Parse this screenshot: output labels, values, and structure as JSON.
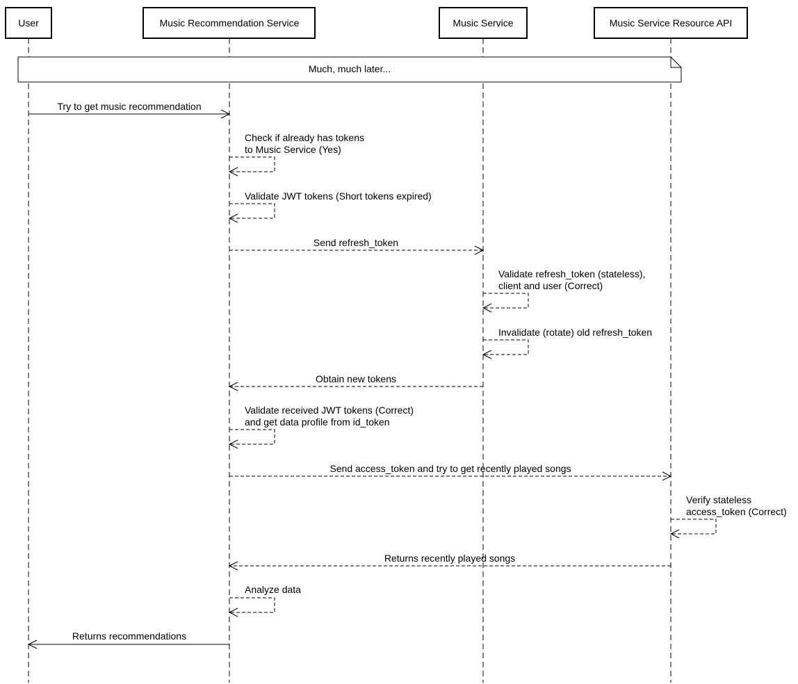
{
  "participants": [
    {
      "id": "user",
      "label": "User"
    },
    {
      "id": "mrs",
      "label": "Music Recommendation Service"
    },
    {
      "id": "ms",
      "label": "Music Service"
    },
    {
      "id": "msapi",
      "label": "Music Service Resource API"
    }
  ],
  "note": {
    "text": "Much, much later..."
  },
  "messages": [
    {
      "from": "user",
      "to": "mrs",
      "style": "solid",
      "lines": [
        "Try to get music recommendation"
      ]
    },
    {
      "from": "mrs",
      "to": "mrs",
      "style": "dashed",
      "lines": [
        "Check if already has tokens",
        "to Music Service (Yes)"
      ]
    },
    {
      "from": "mrs",
      "to": "mrs",
      "style": "dashed",
      "lines": [
        "Validate JWT tokens (Short tokens expired)"
      ]
    },
    {
      "from": "mrs",
      "to": "ms",
      "style": "dashed",
      "lines": [
        "Send refresh_token"
      ]
    },
    {
      "from": "ms",
      "to": "ms",
      "style": "dashed",
      "lines": [
        "Validate refresh_token (stateless),",
        "client and user (Correct)"
      ]
    },
    {
      "from": "ms",
      "to": "ms",
      "style": "dashed",
      "lines": [
        "Invalidate (rotate) old refresh_token"
      ]
    },
    {
      "from": "ms",
      "to": "mrs",
      "style": "dashed",
      "lines": [
        "Obtain new tokens"
      ]
    },
    {
      "from": "mrs",
      "to": "mrs",
      "style": "dashed",
      "lines": [
        "Validate received JWT tokens (Correct)",
        "and get data profile from id_token"
      ]
    },
    {
      "from": "mrs",
      "to": "msapi",
      "style": "dashed",
      "lines": [
        "Send access_token and try to get recently played songs"
      ]
    },
    {
      "from": "msapi",
      "to": "msapi",
      "style": "dashed",
      "lines": [
        "Verify stateless",
        "access_token (Correct)"
      ]
    },
    {
      "from": "msapi",
      "to": "mrs",
      "style": "dashed",
      "lines": [
        "Returns recently played songs"
      ]
    },
    {
      "from": "mrs",
      "to": "mrs",
      "style": "dashed",
      "lines": [
        "Analyze data"
      ]
    },
    {
      "from": "mrs",
      "to": "user",
      "style": "solid",
      "lines": [
        "Returns recommendations"
      ]
    }
  ]
}
